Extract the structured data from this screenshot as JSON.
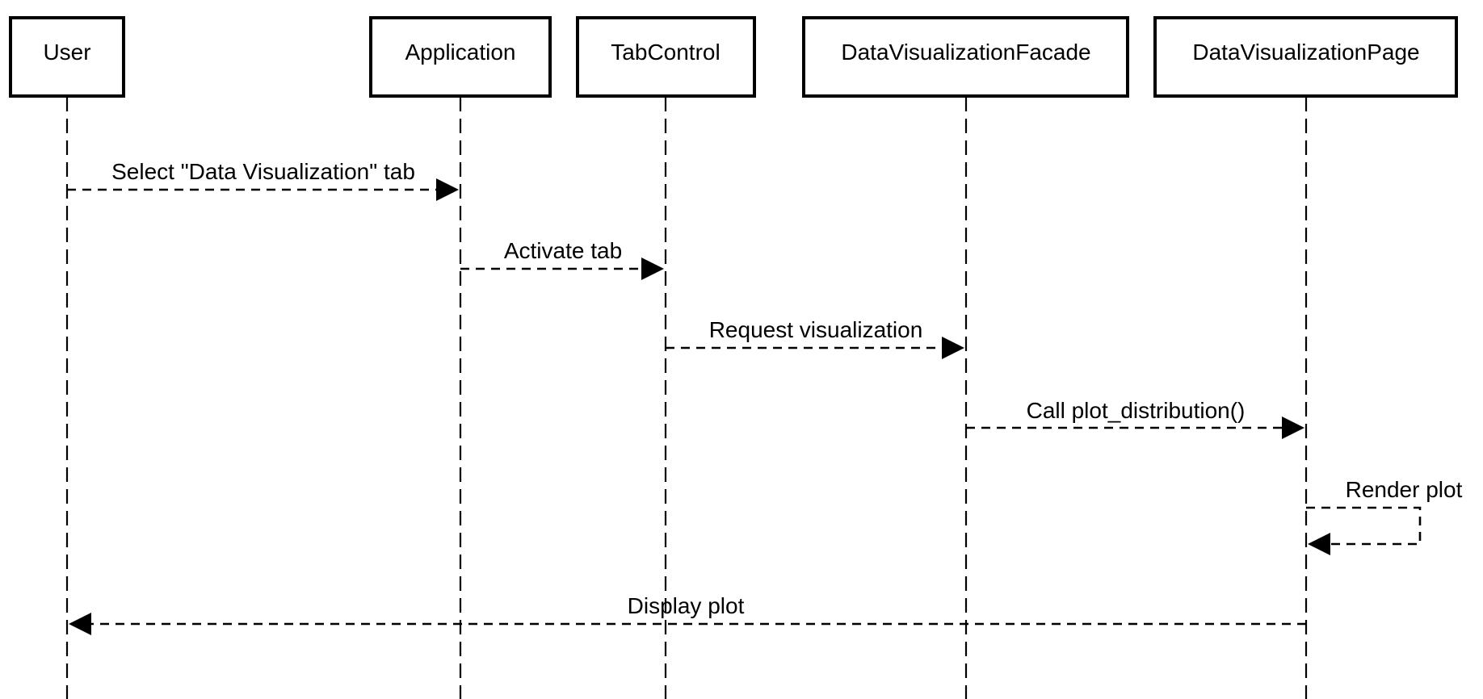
{
  "colors": {
    "background": "#ffffff",
    "ink": "#000000"
  },
  "participants": [
    {
      "id": "user",
      "label": "User"
    },
    {
      "id": "application",
      "label": "Application"
    },
    {
      "id": "tabcontrol",
      "label": "TabControl"
    },
    {
      "id": "facade",
      "label": "DataVisualizationFacade"
    },
    {
      "id": "page",
      "label": "DataVisualizationPage"
    }
  ],
  "messages": [
    {
      "from": "user",
      "to": "application",
      "label": "Select \"Data Visualization\" tab"
    },
    {
      "from": "application",
      "to": "tabcontrol",
      "label": "Activate tab"
    },
    {
      "from": "tabcontrol",
      "to": "facade",
      "label": "Request visualization"
    },
    {
      "from": "facade",
      "to": "page",
      "label": "Call plot_distribution()"
    },
    {
      "from": "page",
      "to": "page",
      "label": "Render plot"
    },
    {
      "from": "page",
      "to": "user",
      "label": "Display plot"
    }
  ]
}
